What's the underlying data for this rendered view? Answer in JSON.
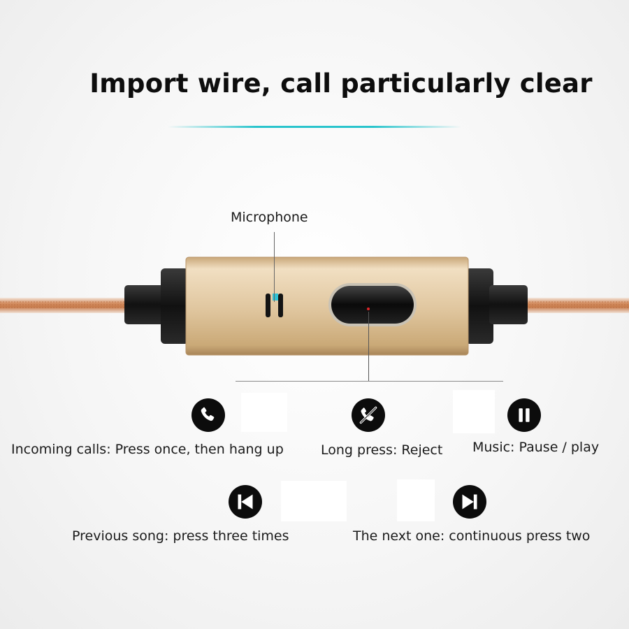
{
  "title": "Import wire, call particularly clear",
  "microphone_label": "Microphone",
  "features": [
    {
      "label": "Incoming calls: Press once, then hang up",
      "icon": "phone-icon"
    },
    {
      "label": "Long press: Reject",
      "icon": "reject-call-icon"
    },
    {
      "label": "Music: Pause / play",
      "icon": "pause-icon"
    },
    {
      "label": "Previous song: press three times",
      "icon": "previous-track-icon"
    },
    {
      "label": "The next one: continuous press two",
      "icon": "next-track-icon"
    }
  ],
  "colors": {
    "accent_rule": "#29c4cc",
    "remote_body": "#dcc29a",
    "cable": "#c98b5e",
    "icon_bg": "#0c0c0c"
  }
}
